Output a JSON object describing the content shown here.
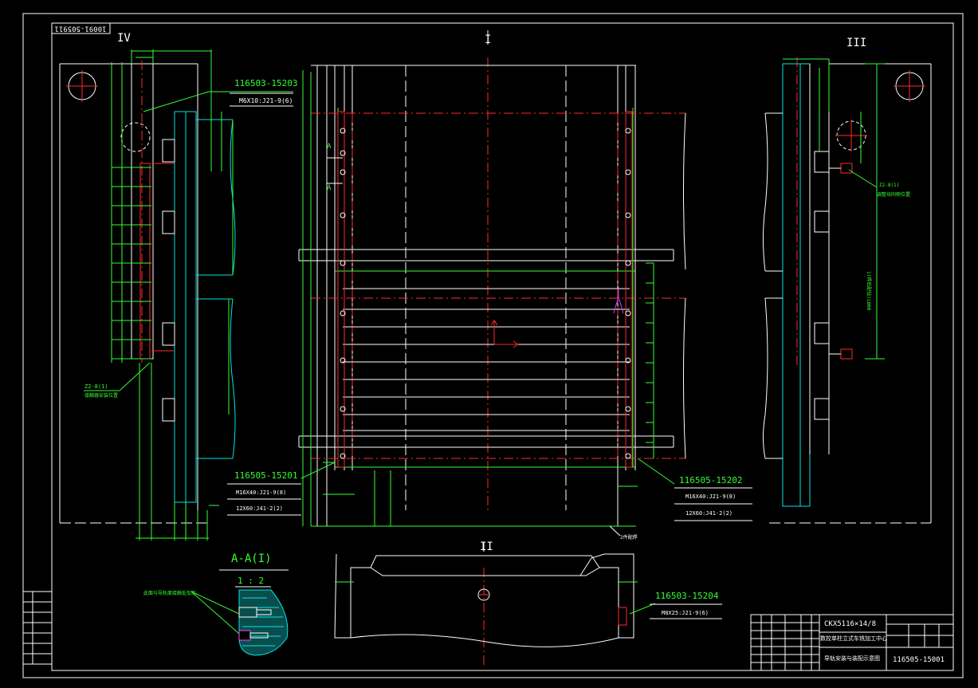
{
  "drawing": {
    "frame_number": "10091-505911",
    "view_labels": {
      "i": "I",
      "ii": "II",
      "iii": "III",
      "iv": "IV"
    },
    "section_label": "A-A(I)",
    "section_scale": "1 : 2",
    "section_marks": [
      "A",
      "A"
    ],
    "callouts": {
      "c1": {
        "part": "116503-15203",
        "spec": "M6X10:J21-9(6)"
      },
      "c2": {
        "part": "116505-15201",
        "spec1": "M16X40:J21-9(8)",
        "spec2": "12X60:J41-2(2)"
      },
      "c3": {
        "part": "116505-15202",
        "spec1": "M16X40:J21-9(8)",
        "spec2": "12X60:J41-2(2)"
      },
      "c4": {
        "part": "116503-15204",
        "spec": "M8X25:J21-9(6)"
      }
    },
    "small_labels": {
      "left_note": "Z2-8(1)",
      "left_note2": "接触器安装位置",
      "right_note": "Z2-8(1)",
      "right_note2": "调整块同侧位置",
      "section_note": "此面与导轨面接触处加工",
      "bottom_note": "2件配焊",
      "rail_len": "1(焊后配钻)1800"
    },
    "title_block": {
      "model": "CKX5116×14/8",
      "name1": "数控单柱立式车铣加工中心",
      "name2": "导轨安装与装配示意图",
      "drawing_no": "116505-15001"
    }
  }
}
